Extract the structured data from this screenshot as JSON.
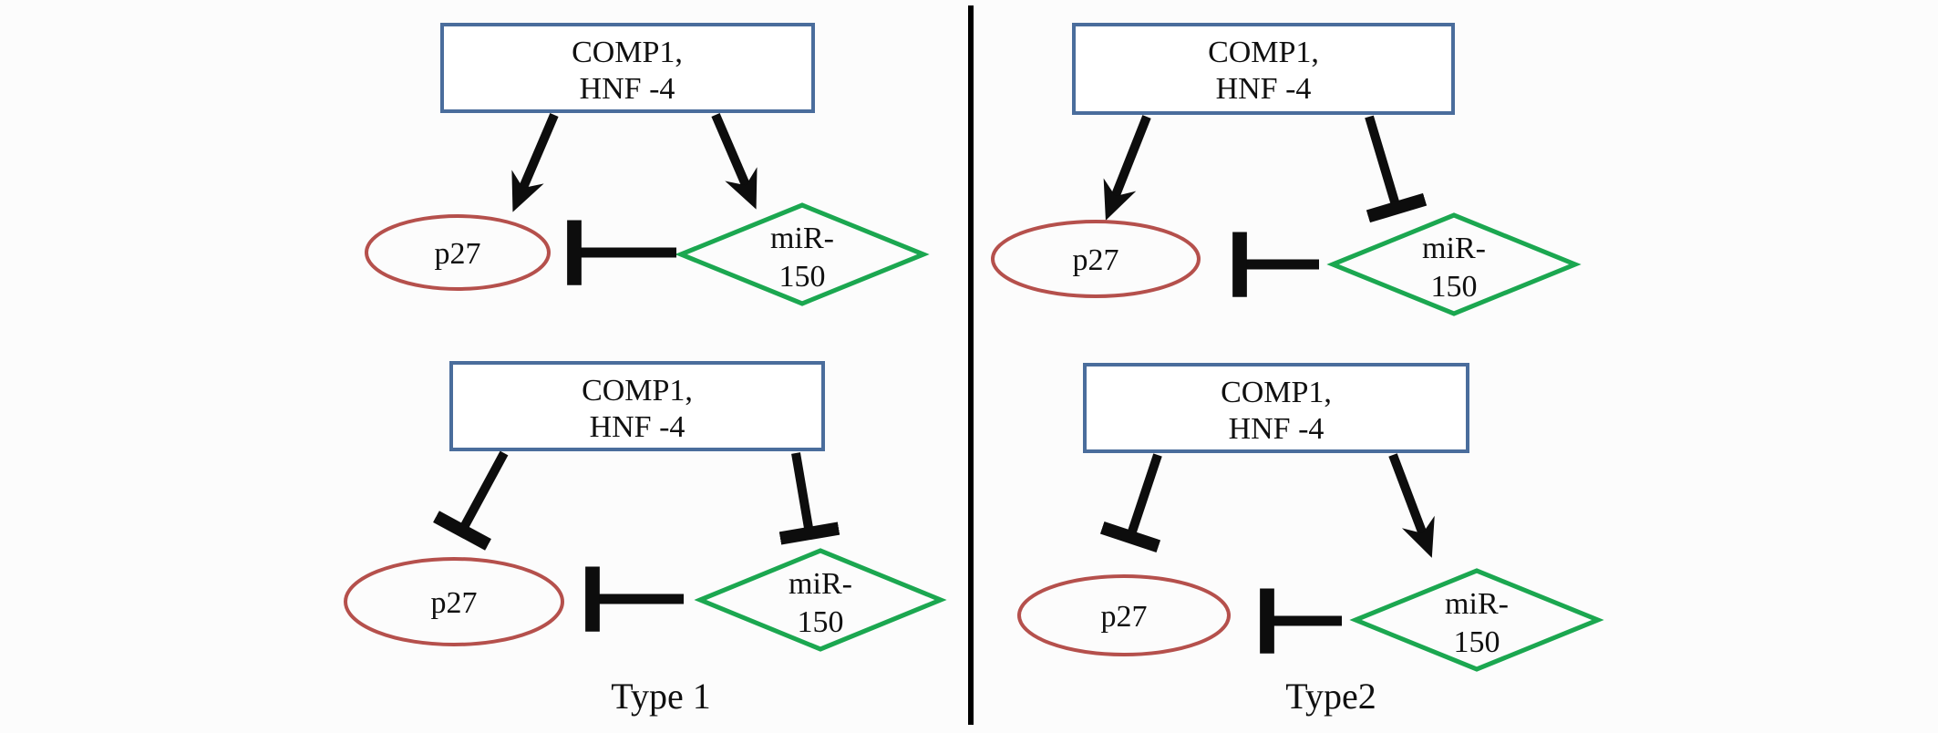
{
  "colors": {
    "background": "#fcfcfc",
    "box_border": "#4a6d9c",
    "ellipse_border": "#b5504c",
    "diamond_border": "#1ba750",
    "edge": "#0d0d0d",
    "divider": "#000000"
  },
  "column_labels": {
    "left": "Type 1",
    "right": "Type2"
  },
  "panels": [
    {
      "id": "type1-upper",
      "source": {
        "line1": "COMP1,",
        "line2": "HNF -4"
      },
      "target_gene": {
        "label": "p27"
      },
      "mirna": {
        "line1": "miR-",
        "line2": "150"
      },
      "edges": [
        {
          "from": "COMP1, HNF-4",
          "to": "p27",
          "type": "activation"
        },
        {
          "from": "COMP1, HNF-4",
          "to": "miR-150",
          "type": "activation"
        },
        {
          "from": "miR-150",
          "to": "p27",
          "type": "inhibition"
        }
      ]
    },
    {
      "id": "type1-lower",
      "source": {
        "line1": "COMP1,",
        "line2": "HNF -4"
      },
      "target_gene": {
        "label": "p27"
      },
      "mirna": {
        "line1": "miR-",
        "line2": "150"
      },
      "edges": [
        {
          "from": "COMP1, HNF-4",
          "to": "p27",
          "type": "inhibition"
        },
        {
          "from": "COMP1, HNF-4",
          "to": "miR-150",
          "type": "inhibition"
        },
        {
          "from": "miR-150",
          "to": "p27",
          "type": "inhibition"
        }
      ]
    },
    {
      "id": "type2-upper",
      "source": {
        "line1": "COMP1,",
        "line2": "HNF -4"
      },
      "target_gene": {
        "label": "p27"
      },
      "mirna": {
        "line1": "miR-",
        "line2": "150"
      },
      "edges": [
        {
          "from": "COMP1, HNF-4",
          "to": "p27",
          "type": "activation"
        },
        {
          "from": "COMP1, HNF-4",
          "to": "miR-150",
          "type": "inhibition"
        },
        {
          "from": "miR-150",
          "to": "p27",
          "type": "inhibition"
        }
      ]
    },
    {
      "id": "type2-lower",
      "source": {
        "line1": "COMP1,",
        "line2": "HNF -4"
      },
      "target_gene": {
        "label": "p27"
      },
      "mirna": {
        "line1": "miR-",
        "line2": "150"
      },
      "edges": [
        {
          "from": "COMP1, HNF-4",
          "to": "p27",
          "type": "inhibition"
        },
        {
          "from": "COMP1, HNF-4",
          "to": "miR-150",
          "type": "activation"
        },
        {
          "from": "miR-150",
          "to": "p27",
          "type": "inhibition"
        }
      ]
    }
  ]
}
